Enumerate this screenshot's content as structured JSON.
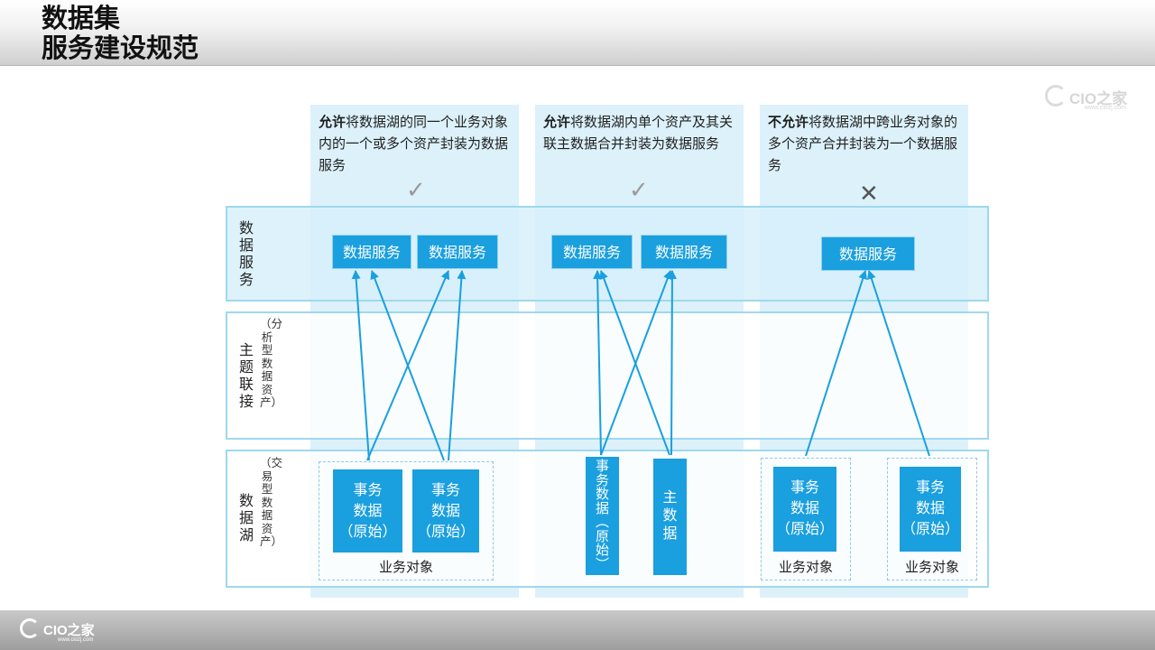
{
  "header": {
    "title_line1": "数据集",
    "title_line2": "服务建设规范"
  },
  "watermark": {
    "brand": "CIO之家",
    "url": "www.ciozj.com"
  },
  "footer": {
    "brand": "CIO之家",
    "url": "www.ciozj.com"
  },
  "columns": [
    {
      "lead": "允许",
      "rest": "将数据湖的同一个业务对象内的一个或多个资产封装为数据服务",
      "mark": "✓"
    },
    {
      "lead": "允许",
      "rest": "将数据湖内单个资产及其关联主数据合并封装为数据服务",
      "mark": "✓"
    },
    {
      "lead": "不允许",
      "rest": "将数据湖中跨业务对象的多个资产合并封装为一个数据服务",
      "mark": "✕"
    }
  ],
  "layers": {
    "service": {
      "label": "数据服务"
    },
    "topic": {
      "label": "主题联接",
      "note": "（分析型数据资产）"
    },
    "lake": {
      "label": "数据湖",
      "note": "（交易型数据资产）"
    }
  },
  "service_boxes": [
    "数据服务",
    "数据服务",
    "数据服务",
    "数据服务",
    "数据服务"
  ],
  "lake_boxes": [
    "事务\n数据\n（原始）",
    "事务\n数据\n（原始）",
    "事\n务\n数\n据\n︵\n原\n始\n︶",
    "主\n数\n据",
    "事务\n数据\n（原始）",
    "事务\n数据\n（原始）"
  ],
  "object_labels": [
    "业务对象",
    "业务对象",
    "业务对象"
  ],
  "colors": {
    "accent": "#1a9fdf",
    "panel": "#dcf1fa",
    "border": "#9fd8ee",
    "arrow": "#1a9fdf"
  }
}
